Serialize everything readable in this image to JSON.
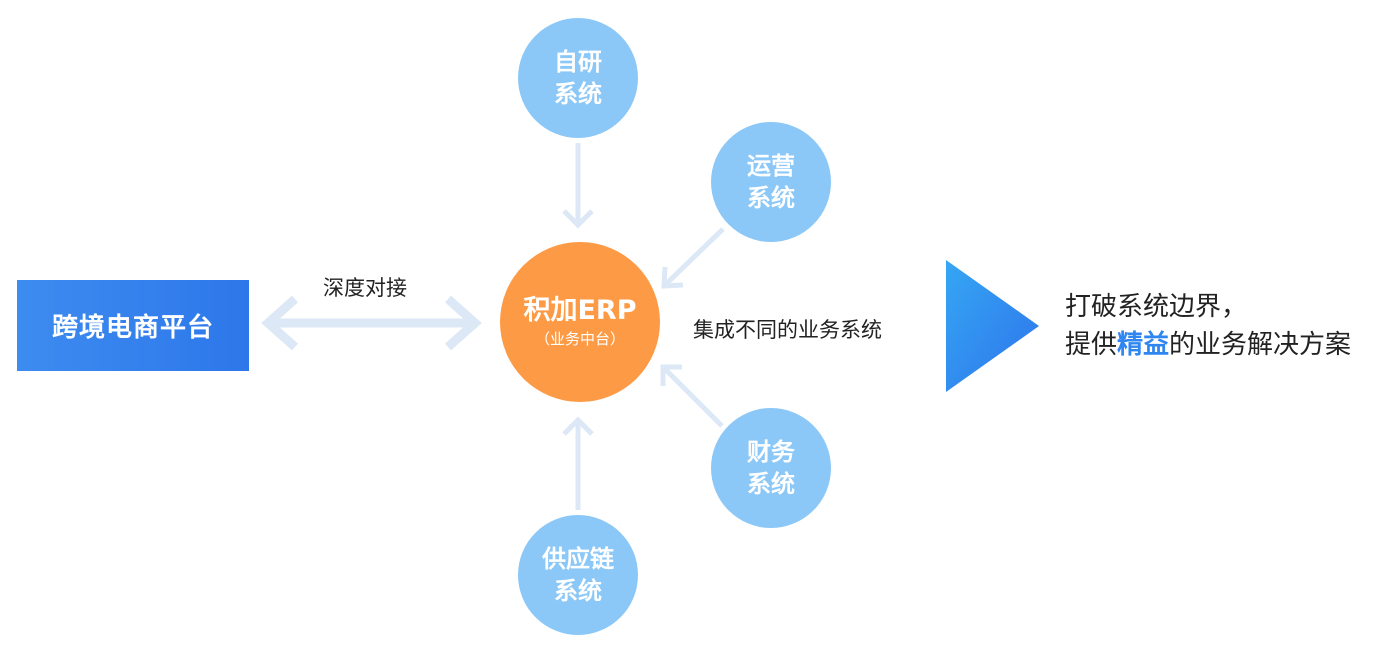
{
  "platform": {
    "label": "跨境电商平台"
  },
  "link": {
    "label": "深度对接"
  },
  "center": {
    "title": "积加ERP",
    "subtitle": "（业务中台）"
  },
  "systems": [
    {
      "id": "self",
      "line1": "自研",
      "line2": "系统"
    },
    {
      "id": "ops",
      "line1": "运营",
      "line2": "系统"
    },
    {
      "id": "fin",
      "line1": "财务",
      "line2": "系统"
    },
    {
      "id": "supply",
      "line1": "供应链",
      "line2": "系统"
    }
  ],
  "integrate": {
    "label": "集成不同的业务系统"
  },
  "result": {
    "line1": "打破系统边界，",
    "line2_before": "提供",
    "line2_highlight": "精益",
    "line2_after": "的业务解决方案"
  },
  "colors": {
    "platform": "#2d77ea",
    "center": "#fd9a45",
    "systems": "#8cc8f7",
    "arrows": "#dce8f6",
    "highlight": "#2f86f0"
  }
}
